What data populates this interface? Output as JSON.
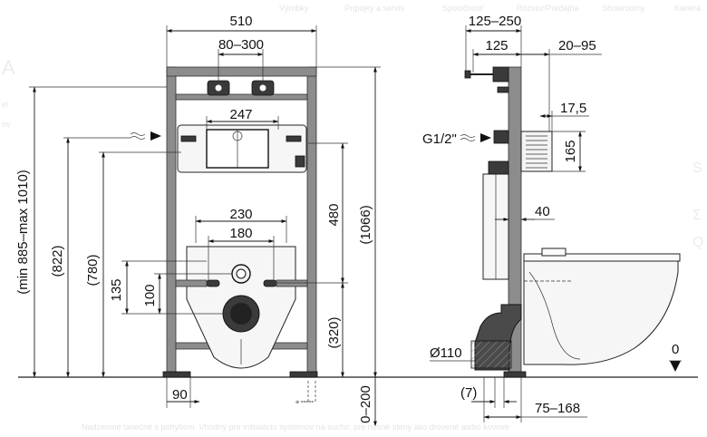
{
  "overlay_menu": [
    "Výrobky",
    "Prípojky a servis",
    "Spoločnosť",
    "Rozvoz/Predajňa",
    "Showroomy",
    "Kariéra"
  ],
  "left_edge_fragments": [
    "A",
    "el",
    "ov"
  ],
  "right_edge_fragments": [
    "S",
    "Σ",
    "Q"
  ],
  "front_view": {
    "width": "510",
    "mount_spacing": "80–300",
    "flush_plate_width": "247",
    "bolt_spacing_outer": "230",
    "bolt_spacing_inner": "180",
    "height_range": "(min 885–max 1010)",
    "inlet_height": "(822)",
    "flush_height": "(780)",
    "bolt_to_outlet_135": "135",
    "bolt_to_outlet_100": "100",
    "plate_to_bolt": "480",
    "outlet_height": "(320)",
    "overall_height": "(1066)",
    "foot_offset": "90",
    "foot_adjust": "0–200",
    "foot_caption": "⊕ ====="
  },
  "side_view": {
    "depth_range": "125–250",
    "depth_fixed": "125",
    "inlet_offset": "20–95",
    "inlet_depth": "17,5",
    "inlet_thread": "G1/2\"",
    "inlet_height": "165",
    "frame_depth": "40",
    "outlet_diameter": "Ø110",
    "outlet_offset": "(7)",
    "bowl_projection": "75–168",
    "floor_level": "0"
  },
  "footer_caption": "Nadzemné tanečné s pohybom. Vhodný pre inštaláciu systémov na sucho, pre nosné steny ako drevené alebo kovové"
}
